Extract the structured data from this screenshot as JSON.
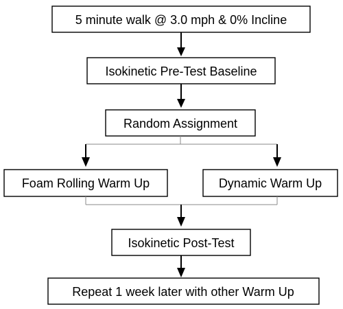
{
  "flowchart": {
    "steps": {
      "warmup_walk": "5 minute walk @ 3.0 mph & 0% Incline",
      "pretest": "Isokinetic Pre-Test Baseline",
      "random_assignment": "Random Assignment",
      "foam_rolling": "Foam Rolling Warm Up",
      "dynamic": "Dynamic Warm Up",
      "posttest": "Isokinetic Post-Test",
      "repeat": "Repeat 1 week later with other Warm Up"
    }
  }
}
